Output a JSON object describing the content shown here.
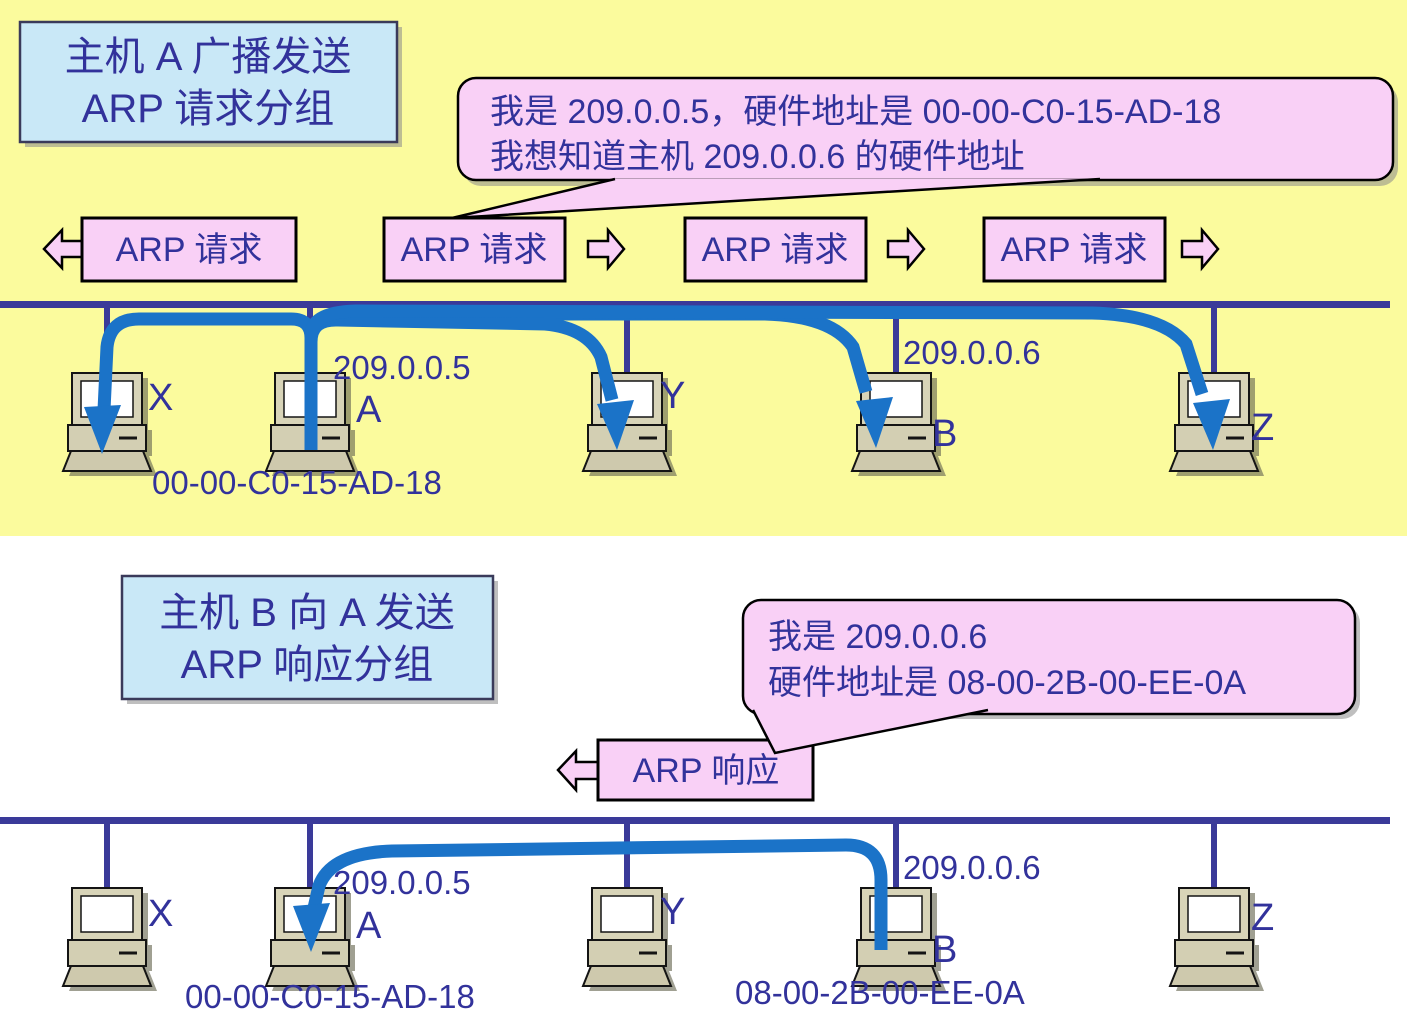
{
  "top_section": {
    "title": {
      "line1": "主机 A 广播发送",
      "line2": "ARP 请求分组"
    },
    "bubble": {
      "line1": "我是 209.0.0.5，硬件地址是 00-00-C0-15-AD-18",
      "line2": "我想知道主机 209.0.0.6 的硬件地址"
    },
    "request_boxes": [
      "ARP 请求",
      "ARP 请求",
      "ARP 请求",
      "ARP 请求"
    ],
    "hosts": {
      "x": "X",
      "a": "A",
      "y": "Y",
      "b": "B",
      "z": "Z",
      "a_ip": "209.0.0.5",
      "a_mac": "00-00-C0-15-AD-18",
      "b_ip": "209.0.0.6"
    }
  },
  "bottom_section": {
    "title": {
      "line1": "主机 B 向 A 发送",
      "line2": "ARP 响应分组"
    },
    "bubble": {
      "line1": "我是 209.0.0.6",
      "line2": "硬件地址是 08-00-2B-00-EE-0A"
    },
    "response_box": "ARP 响应",
    "hosts": {
      "x": "X",
      "a": "A",
      "y": "Y",
      "b": "B",
      "z": "Z",
      "a_ip": "209.0.0.5",
      "a_mac": "00-00-C0-15-AD-18",
      "b_ip": "209.0.0.6",
      "b_mac": "08-00-2B-00-EE-0A"
    }
  },
  "colors": {
    "background_yellow": "#FBFB9D",
    "bubble_pink": "#F9D0F6",
    "title_box_blue": "#C9E8F7",
    "ink_blue": "#32329B",
    "bus_purple": "#3A3A99",
    "arrow_blue": "#1B73C8",
    "computer_beige": "#D8D4B8"
  }
}
